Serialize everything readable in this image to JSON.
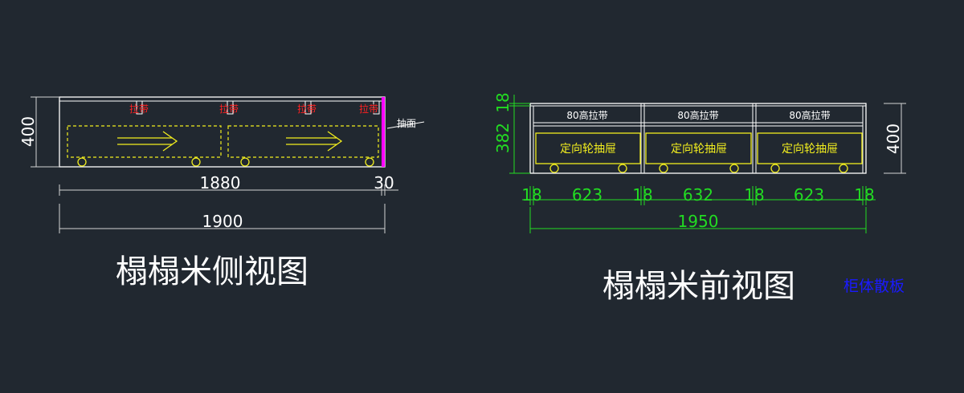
{
  "colors": {
    "background": "#212830",
    "line": "#ffffff",
    "guide": "#d4d4d4",
    "yellow": "#f2ee1e",
    "red": "#ff2020",
    "green": "#22dd22",
    "magenta": "#ff00ff",
    "blue": "#1a1aff"
  },
  "side_view": {
    "title": "榻榻米侧视图",
    "height_dim": "400",
    "strap_labels": [
      "拉带",
      "拉带",
      "拉带",
      "拉带"
    ],
    "handle_label": "抽面",
    "length_dim": "1880",
    "handle_dim": "30",
    "total_dim": "1900"
  },
  "front_view": {
    "title": "榻榻米前视图",
    "note": "柜体散板",
    "top_dim": "18",
    "height_main": "382",
    "height_total": "400",
    "bays": [
      {
        "strap": "80高拉带",
        "drawer": "定向轮抽屉"
      },
      {
        "strap": "80高拉带",
        "drawer": "定向轮抽屉"
      },
      {
        "strap": "80高拉带",
        "drawer": "定向轮抽屉"
      }
    ],
    "widths": [
      "18",
      "623",
      "18",
      "632",
      "18",
      "623",
      "18"
    ],
    "total_dim": "1950"
  }
}
